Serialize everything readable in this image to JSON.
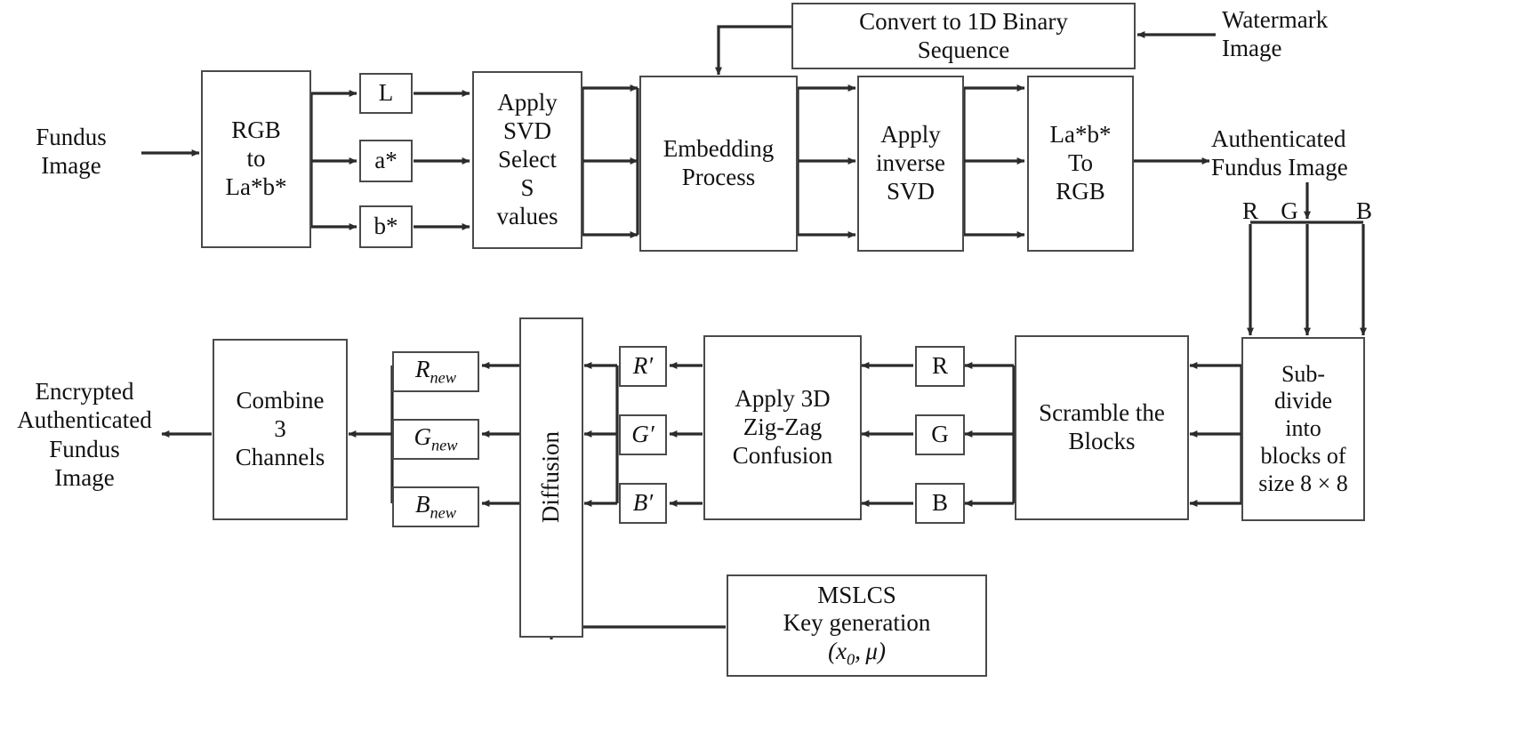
{
  "diagram": {
    "title": "Watermarking and encryption pipeline for fundus images",
    "stroke_color": "#2b2b2b",
    "box_border_color": "#4a4a4a",
    "background": "#ffffff"
  },
  "labels": {
    "fundus_image": "Fundus\nImage",
    "watermark_image": "Watermark\nImage",
    "authenticated_fundus_image": "Authenticated\nFundus Image",
    "encrypted_output": "Encrypted\nAuthenticated\nFundus\nImage",
    "channel_r": "R",
    "channel_g": "G",
    "channel_b": "B"
  },
  "boxes": {
    "rgb_to_lab": "RGB\nto\nLa*b*",
    "ch_L": "L",
    "ch_a": "a*",
    "ch_b": "b*",
    "apply_svd": "Apply\nSVD\nSelect\nS\nvalues",
    "embedding_process": "Embedding\nProcess",
    "convert_binary": "Convert to 1D Binary\nSequence",
    "apply_inverse_svd": "Apply\ninverse\nSVD",
    "lab_to_rgb": "La*b*\nTo\nRGB",
    "subdivide": "Sub-\ndivide\ninto\nblocks of\nsize 8 × 8",
    "scramble": "Scramble the\nBlocks",
    "blk_R": "R",
    "blk_G": "G",
    "blk_B": "B",
    "zigzag": "Apply 3D\nZig-Zag\nConfusion",
    "prime_R": "R′",
    "prime_G": "G′",
    "prime_B": "B′",
    "diffusion": "Diffusion",
    "new_R_base": "R",
    "new_R_sub": "new",
    "new_G_base": "G",
    "new_G_sub": "new",
    "new_B_base": "B",
    "new_B_sub": "new",
    "combine": "Combine\n3\nChannels",
    "mslcs_line1": "MSLCS",
    "mslcs_line2": "Key generation",
    "mslcs_line3": "(x₀, μ)"
  }
}
